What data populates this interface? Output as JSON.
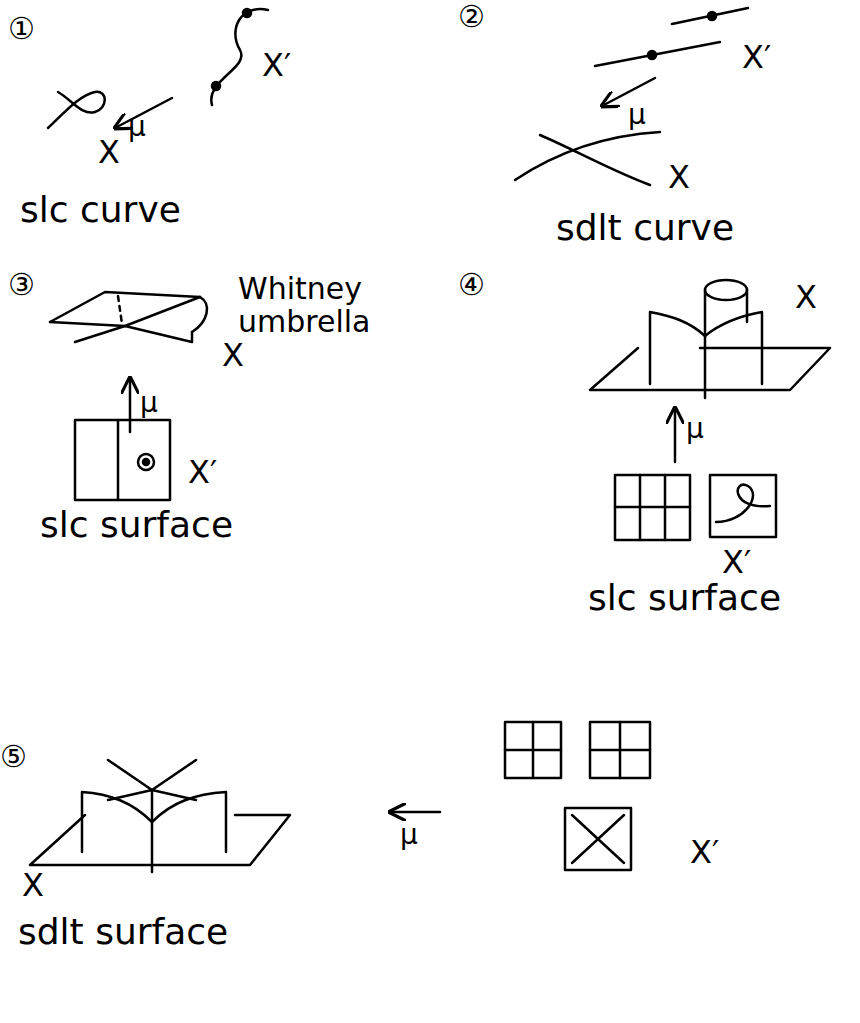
{
  "diagram": {
    "labels": [
      "①",
      "X′",
      "μ",
      "X",
      "slc curve",
      "②",
      "X′",
      "μ",
      "X",
      "sdlt curve",
      "③",
      "Whitney umbrella",
      "X",
      "μ",
      "X′",
      "slc surface",
      "④",
      "X",
      "μ",
      "X′",
      "slc surface",
      "⑤",
      "X",
      "sdlt surface",
      "μ",
      "X′"
    ]
  }
}
